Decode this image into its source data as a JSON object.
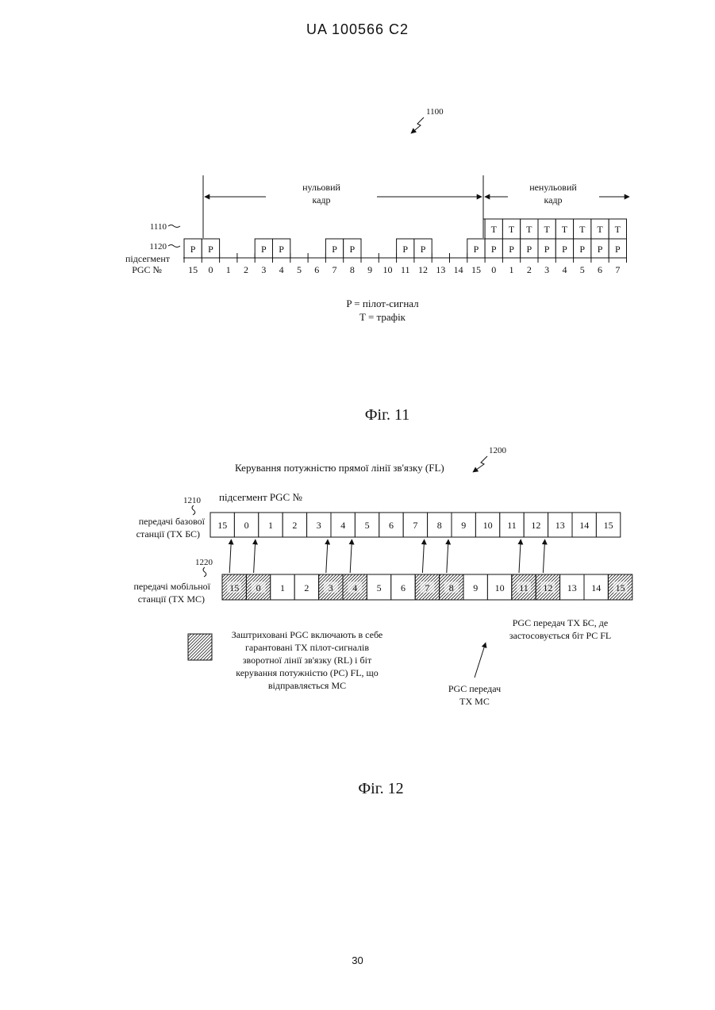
{
  "header": "UA   100566   C2",
  "page_number": "30",
  "fig11": {
    "ref_main": "1100",
    "zero_frame": [
      "нульовий",
      "кадр"
    ],
    "nonzero_frame": [
      "ненульовий",
      "кадр"
    ],
    "ref_1110": "1110",
    "ref_1120": "1120",
    "row_label_1": "підсегмент",
    "row_label_2": "PGC №",
    "pilot_letter": "P",
    "traffic_letter": "T",
    "pilot_slots": [
      "15",
      "0",
      "3",
      "4",
      "7",
      "8",
      "11",
      "12",
      "15",
      "0",
      "1",
      "2",
      "3",
      "4",
      "5",
      "6",
      "7"
    ],
    "traffic_slots": [
      "0",
      "1",
      "2",
      "3",
      "4",
      "5",
      "6",
      "7"
    ],
    "slot_labels": [
      "15",
      "0",
      "1",
      "2",
      "3",
      "4",
      "5",
      "6",
      "7",
      "8",
      "9",
      "10",
      "11",
      "12",
      "13",
      "14",
      "15",
      "0",
      "1",
      "2",
      "3",
      "4",
      "5",
      "6",
      "7"
    ],
    "legend_p": "P = пілот-сигнал",
    "legend_t": "T = трафік",
    "caption": "Фіг. 11"
  },
  "fig12": {
    "ref_main": "1200",
    "title": "Керування потужністю прямої лінії зв'язку (FL)",
    "ref_1210": "1210",
    "ref_1220": "1220",
    "subseg_label": "підсегмент PGC №",
    "bs_label": [
      "передачі базової",
      "станції (ТХ БС)"
    ],
    "ms_label": [
      "передачі мобільної",
      "станції (ТХ МС)"
    ],
    "bs_cells": [
      "15",
      "0",
      "1",
      "2",
      "3",
      "4",
      "5",
      "6",
      "7",
      "8",
      "9",
      "10",
      "11",
      "12",
      "13",
      "14",
      "15"
    ],
    "ms_cells": [
      "15",
      "0",
      "1",
      "2",
      "3",
      "4",
      "5",
      "6",
      "7",
      "8",
      "9",
      "10",
      "11",
      "12",
      "13",
      "14",
      "15"
    ],
    "ms_hatched": [
      "15",
      "0",
      "3",
      "4",
      "7",
      "8",
      "11",
      "12",
      "15"
    ],
    "legend_text": [
      "Заштриховані PGC включають в себе",
      "гарантовані ТХ пілот-сигналів",
      "зворотної лінії зв'язку (RL) і біт",
      "керування потужністю (PC) FL, що",
      "відправляється МС"
    ],
    "note_bs": [
      "PGC передач ТХ БС, де",
      "застосовується біт PC FL"
    ],
    "note_ms": [
      "PGC передач",
      "ТХ МС"
    ],
    "caption": "Фіг. 12"
  }
}
